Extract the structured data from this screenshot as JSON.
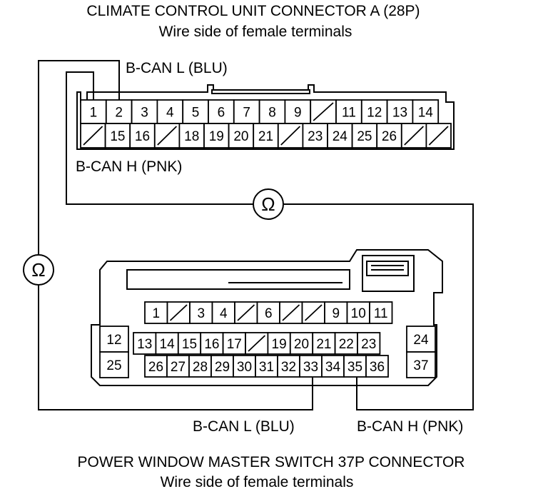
{
  "titles": {
    "top_line1": "CLIMATE CONTROL UNIT CONNECTOR A (28P)",
    "top_line2": "Wire side of female terminals",
    "bottom_line1": "POWER WINDOW MASTER SWITCH 37P CONNECTOR",
    "bottom_line2": "Wire side of female terminals"
  },
  "wire_labels": {
    "ccu_can_l": "B-CAN L (BLU)",
    "ccu_can_h": "B-CAN H (PNK)",
    "pwms_can_l": "B-CAN L (BLU)",
    "pwms_can_h": "B-CAN H (PNK)"
  },
  "meters": {
    "symbol": "Ω"
  },
  "connector_a": {
    "row1": [
      "1",
      "2",
      "3",
      "4",
      "5",
      "6",
      "7",
      "8",
      "9",
      "",
      "11",
      "12",
      "13",
      "14"
    ],
    "row2": [
      "",
      "15",
      "16",
      "",
      "18",
      "19",
      "20",
      "21",
      "",
      "23",
      "24",
      "25",
      "26",
      "",
      ""
    ]
  },
  "connector_b": {
    "row1": [
      "1",
      "",
      "3",
      "4",
      "",
      "6",
      "",
      "",
      "9",
      "10",
      "11"
    ],
    "row2": [
      "13",
      "14",
      "15",
      "16",
      "17",
      "",
      "19",
      "20",
      "21",
      "22",
      "23"
    ],
    "row3": [
      "26",
      "27",
      "28",
      "29",
      "30",
      "31",
      "32",
      "33",
      "34",
      "35",
      "36"
    ],
    "left_pins": [
      "12",
      "25"
    ],
    "right_pins": [
      "24",
      "37"
    ]
  }
}
